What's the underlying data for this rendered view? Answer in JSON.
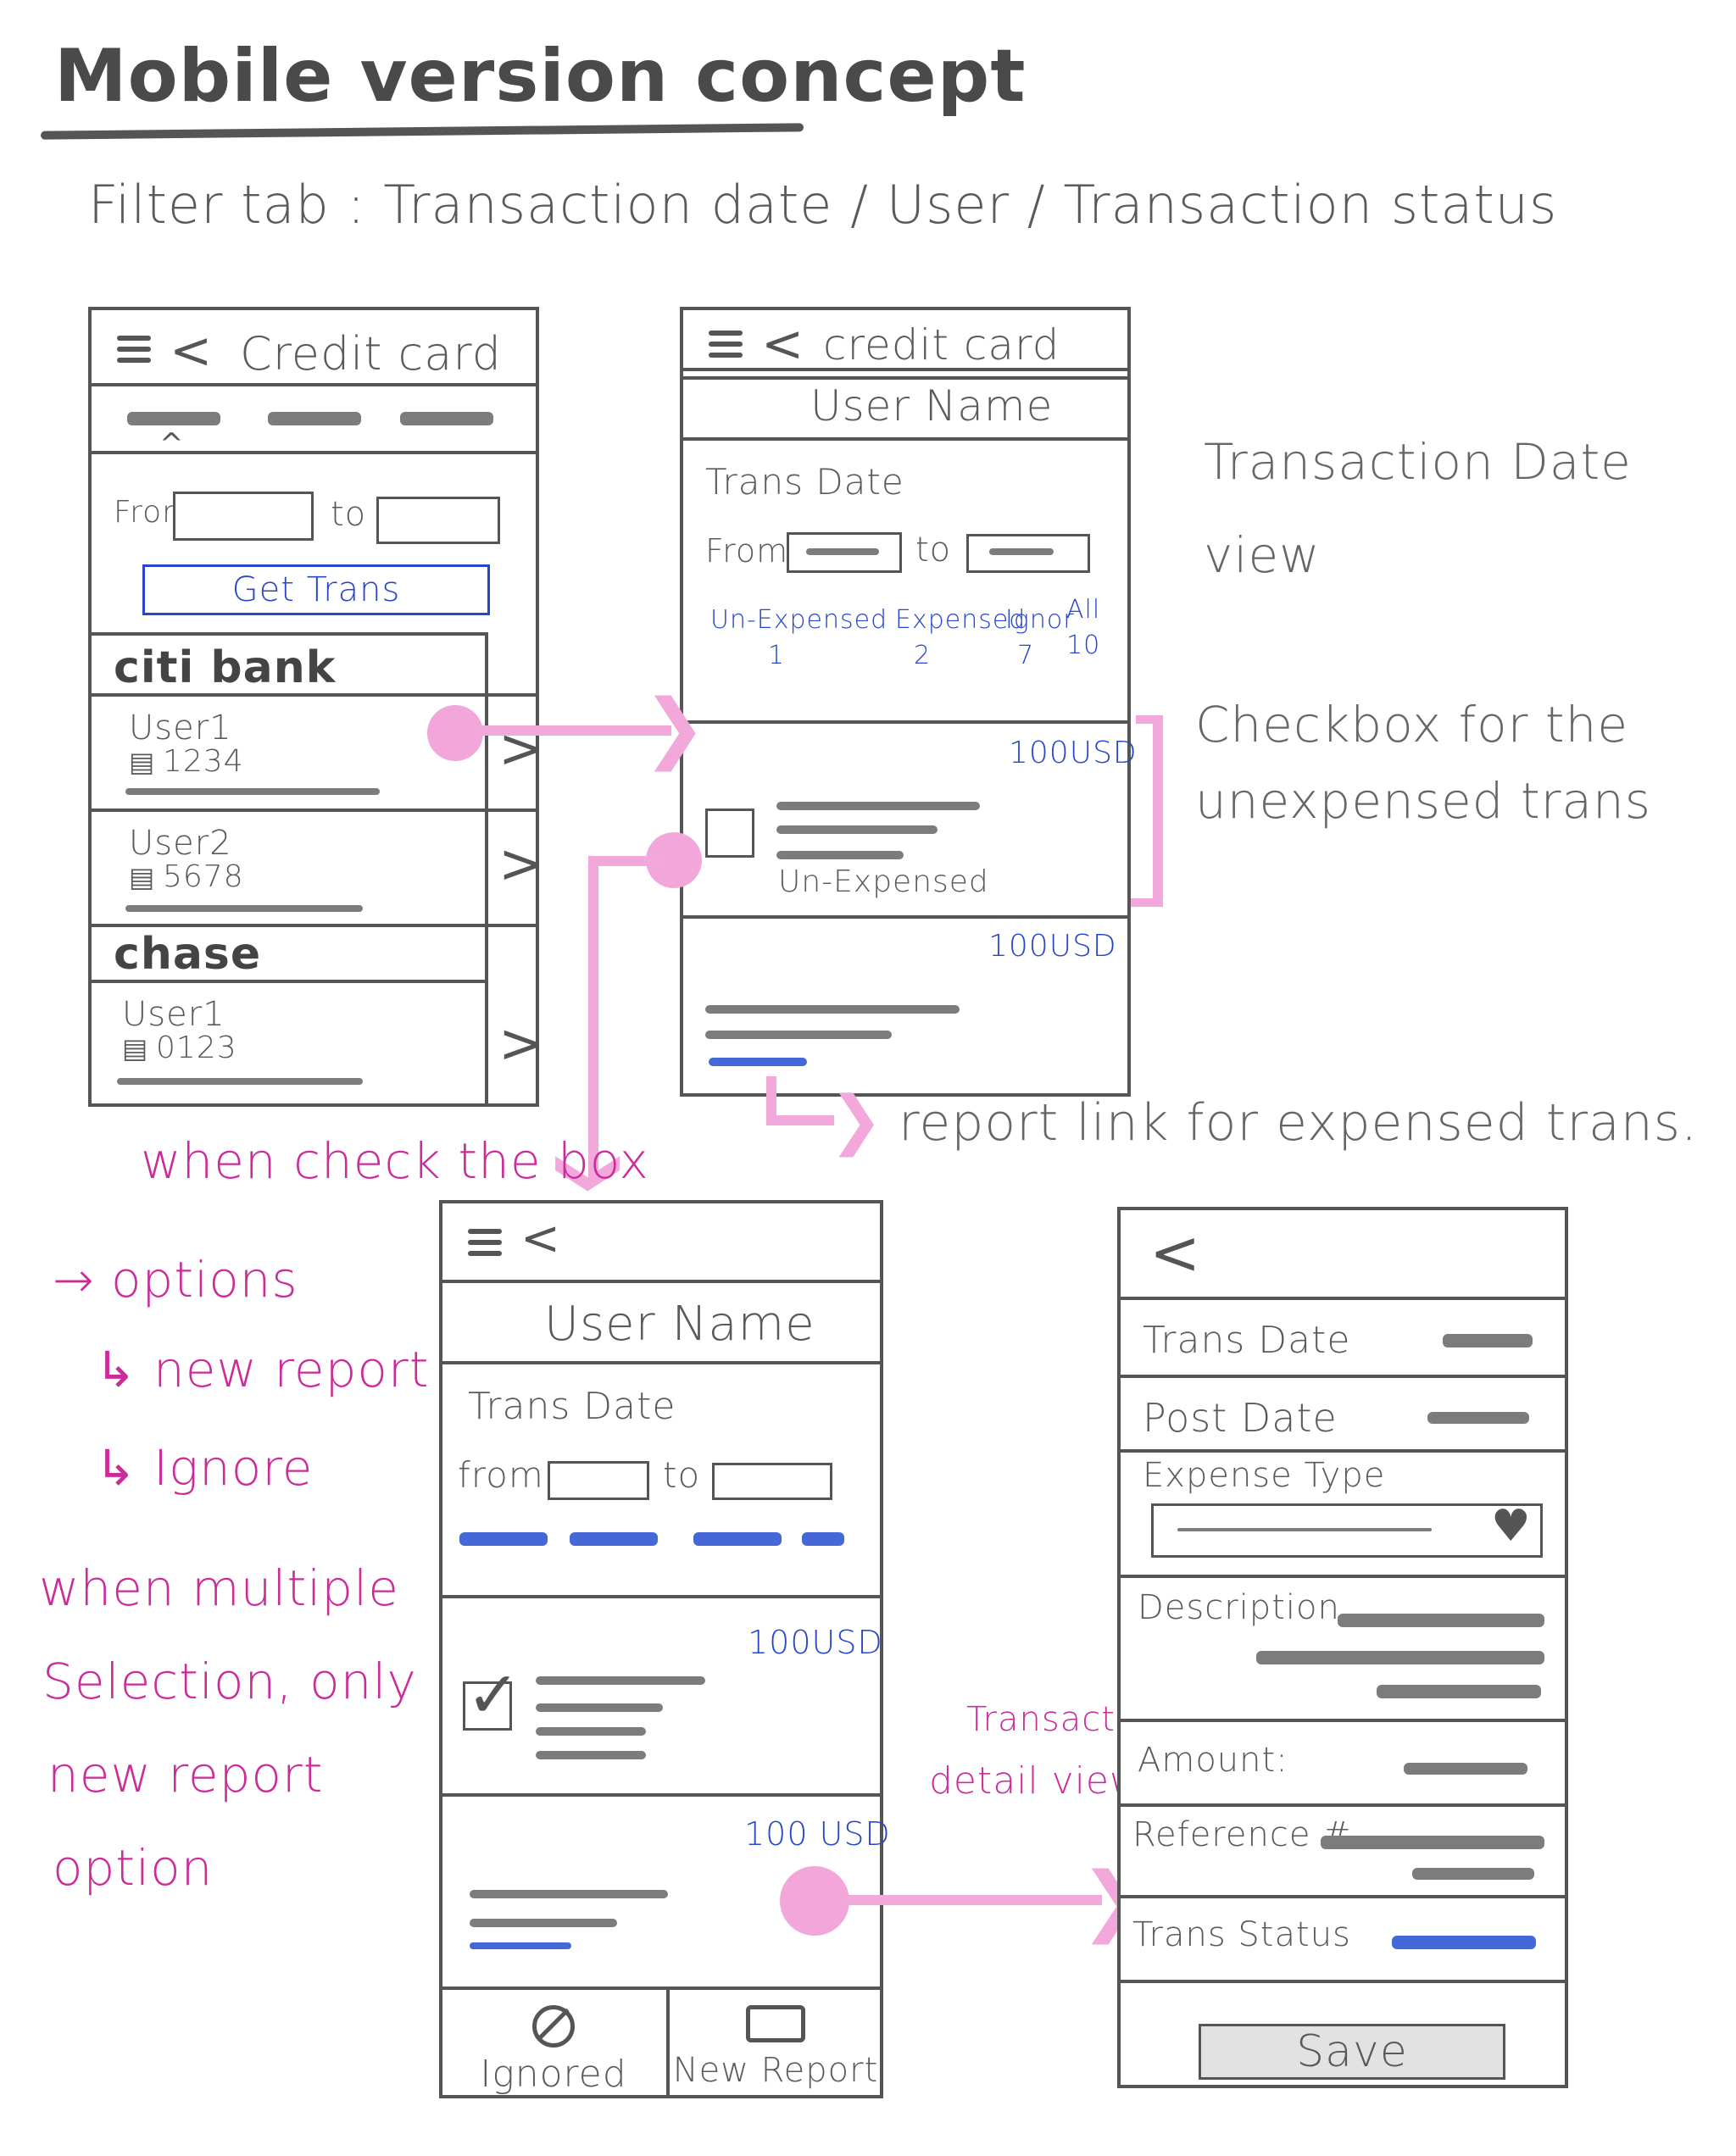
{
  "title": "Mobile version concept",
  "subtitle": "Filter tab : Transaction date / User / Transaction status",
  "screen1": {
    "header": "Credit card",
    "from_label": "From",
    "to_label": "to",
    "button": "Get Trans",
    "bank1": "citi bank",
    "bank1_users": [
      {
        "name": "User1",
        "card": "1234"
      },
      {
        "name": "User2",
        "card": "5678"
      }
    ],
    "bank2": "chase",
    "bank2_users": [
      {
        "name": "User1",
        "card": "0123"
      }
    ]
  },
  "screen2": {
    "header": "credit card",
    "user_name": "User Name",
    "trans_date": "Trans Date",
    "from_label": "From",
    "to_label": "to",
    "filters": [
      {
        "label": "Un-Expensed",
        "count": "1"
      },
      {
        "label": "Expensed",
        "count": "2"
      },
      {
        "label": "Ignor",
        "count": "7"
      },
      {
        "label": "All",
        "count": "10"
      }
    ],
    "tx1_amount": "100USD",
    "tx1_status": "Un-Expensed",
    "tx2_amount": "100USD"
  },
  "notes": {
    "transaction_date_view": "Transaction Date view",
    "checkbox_note": "Checkbox for the unexpensed trans",
    "report_link_note": "report link for expensed trans.",
    "when_check": "when check the box",
    "options_lines": [
      "→ options",
      "↳ new report",
      "↳ Ignore"
    ],
    "multi_lines": [
      "when multiple",
      "Selection, only",
      "new report",
      "option"
    ],
    "detail_view_lines": [
      "Transaction",
      "detail view"
    ]
  },
  "screen3": {
    "user_name": "User Name",
    "trans_date": "Trans Date",
    "from_label": "from",
    "to_label": "to",
    "tx1_amount": "100USD",
    "tx2_amount": "100 USD",
    "ignored_label": "Ignored",
    "new_report_label": "New Report"
  },
  "screen4": {
    "trans_date": "Trans Date",
    "post_date": "Post Date",
    "expense_type": "Expense Type",
    "description": "Description",
    "amount": "Amount:",
    "reference": "Reference #",
    "trans_status": "Trans Status",
    "save": "Save"
  },
  "colors": {
    "ink": "#555555",
    "pink": "#cc2b9a",
    "blue": "#2846c8",
    "arrow": "#f3a8dc"
  }
}
